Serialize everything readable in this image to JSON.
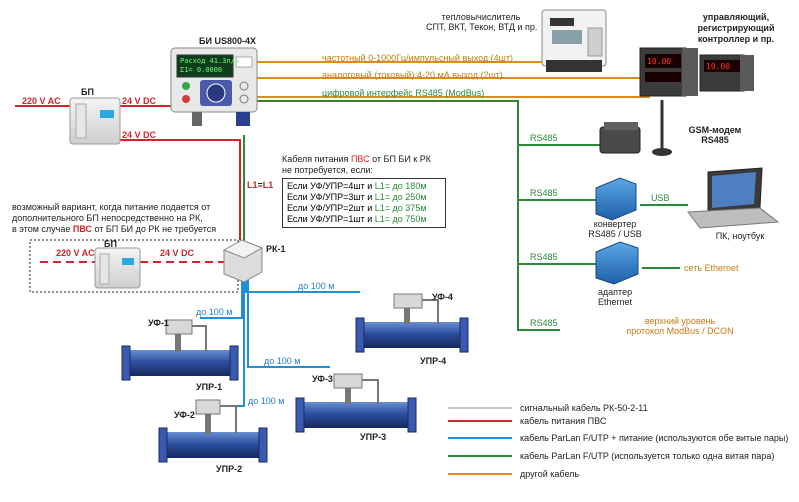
{
  "title": "БИ US800-4X",
  "display": {
    "line1": "Расход 41.3л/ч",
    "line2": "Σ1= 0.0000"
  },
  "psu": {
    "label": "БП",
    "ac": "220 V AC",
    "dc_out": "24 V DC",
    "dc_out2": "24 V DC"
  },
  "note": {
    "line1": "возможный вариант, когда питание подается от",
    "line2": "дополнительного БП непосредственно на РК,",
    "line3_pre": "в этом случае ",
    "line3_hl": "ПВС",
    "line3_post": " от БП БИ до РК не требуется"
  },
  "psu2": {
    "label": "БП",
    "ac": "220 V AC",
    "dc": "24 V DC"
  },
  "outputs": {
    "freq": "частотный 0-1000Гц/импульсный выход (4шт)",
    "analog": "аналоговый (токовый) 4-20 мА выход (2шт)",
    "digital": "цифровой интерфейс RS485 (ModBus)"
  },
  "heat_calc": {
    "line1": "тепловычислитель",
    "line2": "СПТ, ВКТ, Текон, ВТД и пр."
  },
  "controller": {
    "line1": "управляющий,",
    "line2": "регистрирующий",
    "line3": "контроллер и пр.",
    "display1": "10.00",
    "display2": "10.00"
  },
  "rs485": "RS485",
  "gsm": {
    "line1": "GSM-модем",
    "line2": "RS485"
  },
  "usb_label": "USB",
  "converter": {
    "line1": "конвертер",
    "line2": "RS485 / USB"
  },
  "laptop": "ПК, ноутбук",
  "adapter": {
    "line1": "адаптер",
    "line2": "Ethernet"
  },
  "ethernet": "сеть Ethernet",
  "upper": {
    "line1": "верхний уровень",
    "line2": "протокол ModBus / DCON"
  },
  "l1": {
    "a": "L1",
    "eq": "=",
    "b": "L1"
  },
  "rk": "РК-1",
  "cable_note": {
    "pre": "Кабеля питания ",
    "hl": "ПВС",
    "post": " от БП БИ к РК",
    "line2": "не потребуется, если:"
  },
  "conditions": [
    {
      "pre": "Если УФ/УПР=4шт и ",
      "l1": "L1=",
      "val": " до 180м"
    },
    {
      "pre": "Если УФ/УПР=3шт и ",
      "l1": "L1=",
      "val": " до 250м"
    },
    {
      "pre": "Если УФ/УПР=2шт и ",
      "l1": "L1=",
      "val": " до 375м"
    },
    {
      "pre": "Если УФ/УПР=1шт и ",
      "l1": "L1=",
      "val": " до 750м"
    }
  ],
  "distances": {
    "d1": "до 100 м",
    "d2": "до 100 м",
    "d3": "до 100 м",
    "d4": "до 100 м"
  },
  "sensors": [
    {
      "uf": "УФ-1",
      "upr": "УПР-1"
    },
    {
      "uf": "УФ-2",
      "upr": "УПР-2"
    },
    {
      "uf": "УФ-3",
      "upr": "УПР-3"
    },
    {
      "uf": "УФ-4",
      "upr": "УПР-4"
    }
  ],
  "legend": [
    {
      "label": "сигнальный кабель РК-50-2-11",
      "color": "#c8c8c8"
    },
    {
      "label": "кабель питания ПВС",
      "color": "#d2232a"
    },
    {
      "label": "кабель ParLan F/UTP + питание (используются обе витые пары)",
      "color": "#1e8fd8"
    },
    {
      "label": "кабель ParLan F/UTP (используется только одна витая пара)",
      "color": "#2a8a3a"
    },
    {
      "label": "другой кабель",
      "color": "#e08a1e"
    }
  ]
}
